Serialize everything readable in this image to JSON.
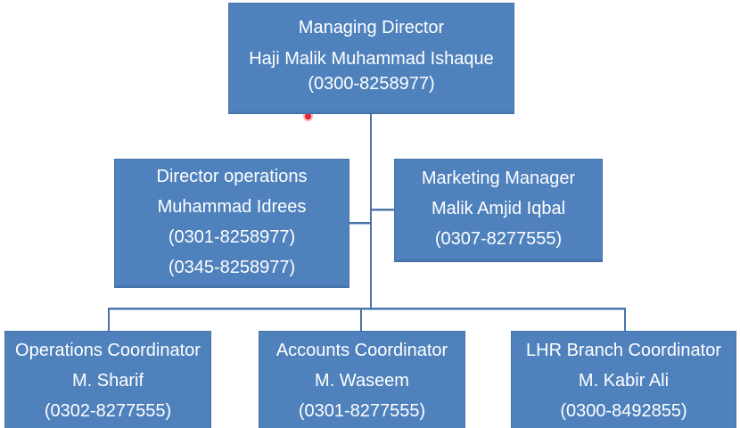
{
  "chart_type": "org-chart",
  "nodes": {
    "managing_director": {
      "title": "Managing Director",
      "name": "Haji Malik Muhammad Ishaque",
      "phones": [
        "(0300-8258977)"
      ]
    },
    "director_operations": {
      "title": "Director operations",
      "name": "Muhammad Idrees",
      "phones": [
        "(0301-8258977)",
        "(0345-8258977)"
      ]
    },
    "marketing_manager": {
      "title": "Marketing Manager",
      "name": "Malik Amjid Iqbal",
      "phones": [
        "(0307-8277555)"
      ]
    },
    "operations_coordinator": {
      "title": "Operations Coordinator",
      "name": "M. Sharif",
      "phones": [
        "(0302-8277555)"
      ]
    },
    "accounts_coordinator": {
      "title": "Accounts Coordinator",
      "name": "M. Waseem",
      "phones": [
        "(0301-8277555)"
      ]
    },
    "lhr_branch_coordinator": {
      "title": "LHR Branch Coordinator",
      "name": "M. Kabir Ali",
      "phones": [
        "(0300-8492855)"
      ]
    }
  },
  "colors": {
    "box_fill": "#4f81bd",
    "box_border": "#4674a6",
    "connector": "#4a74a8",
    "text": "#ffffff",
    "marker": "#e8232f",
    "background": "#ffffff"
  }
}
